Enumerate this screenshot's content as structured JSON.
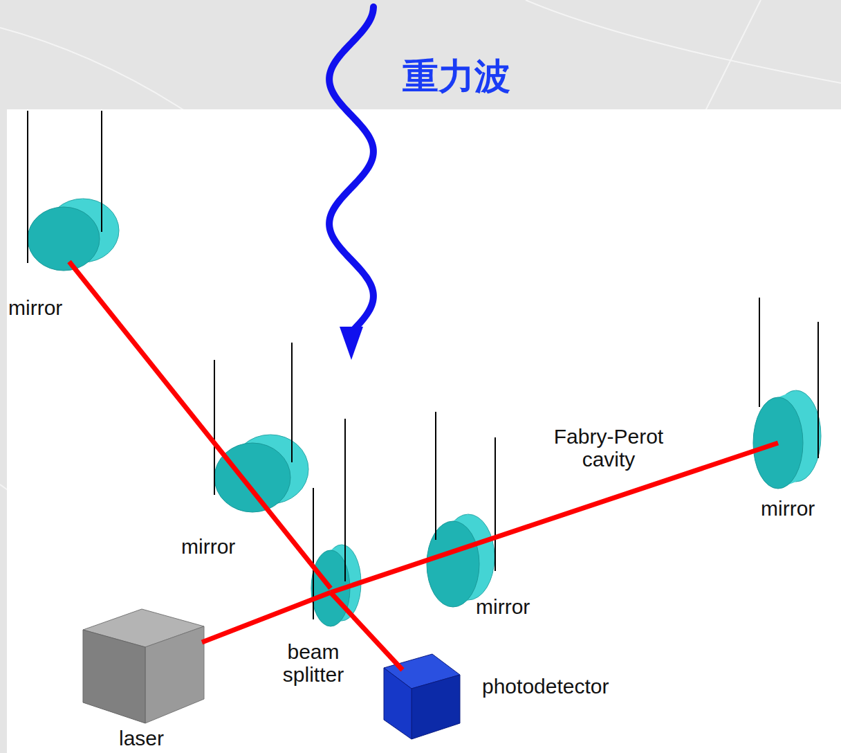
{
  "diagram": {
    "labels": [
      "重力波",
      "mirror",
      "mirror",
      "Fabry-Perot cavity",
      "mirror",
      "mirror",
      "beam splitter",
      "photodetector",
      "laser"
    ]
  }
}
